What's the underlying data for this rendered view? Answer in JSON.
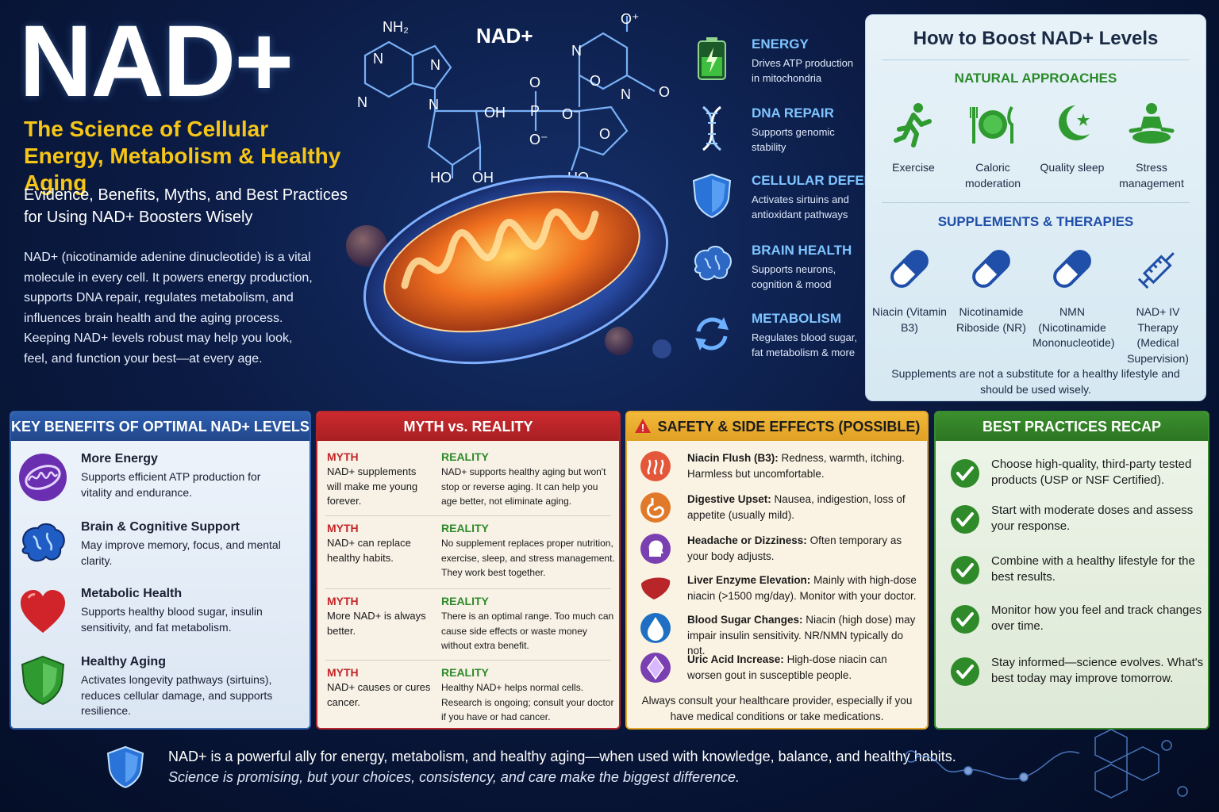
{
  "hero": {
    "title": "NAD+",
    "subtitle": "The Science of Cellular Energy, Metabolism & Healthy Aging",
    "tagline": "Evidence, Benefits, Myths, and Best Practices for Using NAD+ Boosters Wisely",
    "intro": "NAD+ (nicotinamide adenine dinucleotide) is a vital molecule in every cell. It powers energy production, supports DNA repair, regulates metabolism, and influences brain health and the aging process. Keeping NAD+ levels robust may help you look, feel, and function your best—at every age."
  },
  "molecule": {
    "label": "NAD+",
    "atoms": [
      "NH₂",
      "N",
      "N",
      "N",
      "N",
      "OH",
      "HO",
      "OH",
      "P",
      "O",
      "O⁻",
      "O⁻",
      "HO",
      "O⁺",
      "N",
      "N",
      "O",
      "O",
      "O"
    ]
  },
  "functions": [
    {
      "title": "ENERGY",
      "desc": "Drives ATP production in mitochondria",
      "icon": "battery-icon"
    },
    {
      "title": "DNA REPAIR",
      "desc": "Supports genomic stability",
      "icon": "dna-icon"
    },
    {
      "title": "CELLULAR DEFENSE",
      "desc": "Activates sirtuins and antioxidant pathways",
      "icon": "shield-icon"
    },
    {
      "title": "BRAIN HEALTH",
      "desc": "Supports neurons, cognition & mood",
      "icon": "brain-icon"
    },
    {
      "title": "METABOLISM",
      "desc": "Regulates blood sugar, fat metabolism & more",
      "icon": "cycle-icon"
    }
  ],
  "boost": {
    "title": "How to Boost NAD+ Levels",
    "natural_head": "NATURAL APPROACHES",
    "natural": [
      {
        "label": "Exercise",
        "icon": "running-icon"
      },
      {
        "label": "Caloric moderation",
        "icon": "plate-icon"
      },
      {
        "label": "Quality sleep",
        "icon": "moon-icon"
      },
      {
        "label": "Stress management",
        "icon": "meditation-icon"
      }
    ],
    "supp_head": "SUPPLEMENTS & THERAPIES",
    "supplements": [
      {
        "label": "Niacin (Vitamin B3)",
        "icon": "capsule-icon"
      },
      {
        "label": "Nicotinamide Riboside (NR)",
        "icon": "capsule-icon"
      },
      {
        "label": "NMN (Nicotinamide Mononucleotide)",
        "icon": "capsule-icon"
      },
      {
        "label": "NAD+ IV Therapy (Medical Supervision)",
        "icon": "syringe-icon"
      }
    ],
    "note": "Supplements are not a substitute for a healthy lifestyle and should be used wisely."
  },
  "benefits": {
    "title": "KEY BENEFITS OF OPTIMAL NAD+ LEVELS",
    "items": [
      {
        "title": "More Energy",
        "desc": "Supports efficient ATP production for vitality and endurance.",
        "icon": "mitochondria-icon"
      },
      {
        "title": "Brain & Cognitive Support",
        "desc": "May improve memory, focus, and mental clarity.",
        "icon": "brain-icon"
      },
      {
        "title": "Metabolic Health",
        "desc": "Supports healthy blood sugar, insulin sensitivity, and fat metabolism.",
        "icon": "heart-icon"
      },
      {
        "title": "Healthy Aging",
        "desc": "Activates longevity pathways (sirtuins), reduces cellular damage, and supports resilience.",
        "icon": "shield-icon"
      }
    ]
  },
  "myths": {
    "title": "MYTH  vs. REALITY",
    "myth_label": "MYTH",
    "reality_label": "REALITY",
    "rows": [
      {
        "myth": "NAD+ supplements will make me young forever.",
        "reality": "NAD+ supports healthy aging but won't stop or reverse aging. It can help you age better, not eliminate aging."
      },
      {
        "myth": "NAD+ can replace healthy habits.",
        "reality": "No supplement replaces proper nutrition, exercise, sleep, and stress management. They work best together."
      },
      {
        "myth": "More NAD+ is always better.",
        "reality": "There is an optimal range. Too much can cause side effects or waste money without extra benefit."
      },
      {
        "myth": "NAD+ causes or cures cancer.",
        "reality": "Healthy NAD+ helps normal cells. Research is ongoing; consult your doctor if you have or had cancer."
      }
    ]
  },
  "safety": {
    "title": "SAFETY & SIDE EFFECTS (POSSIBLE)",
    "warning_symbol": "!",
    "items": [
      {
        "name": "Niacin Flush (B3):",
        "text": " Redness, warmth, itching. Harmless but uncomfortable.",
        "icon": "heat-icon",
        "color": "#e4573a"
      },
      {
        "name": "Digestive Upset:",
        "text": " Nausea, indigestion, loss of appetite (usually mild).",
        "icon": "stomach-icon",
        "color": "#e07a2a"
      },
      {
        "name": "Headache or Dizziness:",
        "text": " Often temporary as your body adjusts.",
        "icon": "head-icon",
        "color": "#7a3fb0"
      },
      {
        "name": "Liver Enzyme Elevation:",
        "text": " Mainly with high-dose niacin (>1500 mg/day). Monitor with your doctor.",
        "icon": "liver-icon",
        "color": "#b8262a"
      },
      {
        "name": "Blood Sugar Changes:",
        "text": " Niacin (high dose) may impair insulin sensitivity. NR/NMN typically do not.",
        "icon": "drop-icon",
        "color": "#1f6fc4"
      },
      {
        "name": "Uric Acid Increase:",
        "text": " High-dose niacin can worsen gout in susceptible people.",
        "icon": "crystal-icon",
        "color": "#7a3fb0"
      }
    ],
    "note": "Always consult your healthcare provider, especially if you have medical conditions or take medications."
  },
  "best": {
    "title": "BEST PRACTICES RECAP",
    "items": [
      "Choose high-quality, third-party tested products (USP or NSF Certified).",
      "Start with moderate doses and assess your response.",
      "Combine with a healthy lifestyle for the best results.",
      "Monitor how you feel and track changes over time.",
      "Stay informed—science evolves. What's best today may improve tomorrow."
    ]
  },
  "footer": {
    "line1": "NAD+ is a powerful ally for energy, metabolism, and healthy aging—when used with knowledge, balance, and healthy habits.",
    "line2": "Science is promising, but your choices, consistency, and care make the biggest difference."
  }
}
